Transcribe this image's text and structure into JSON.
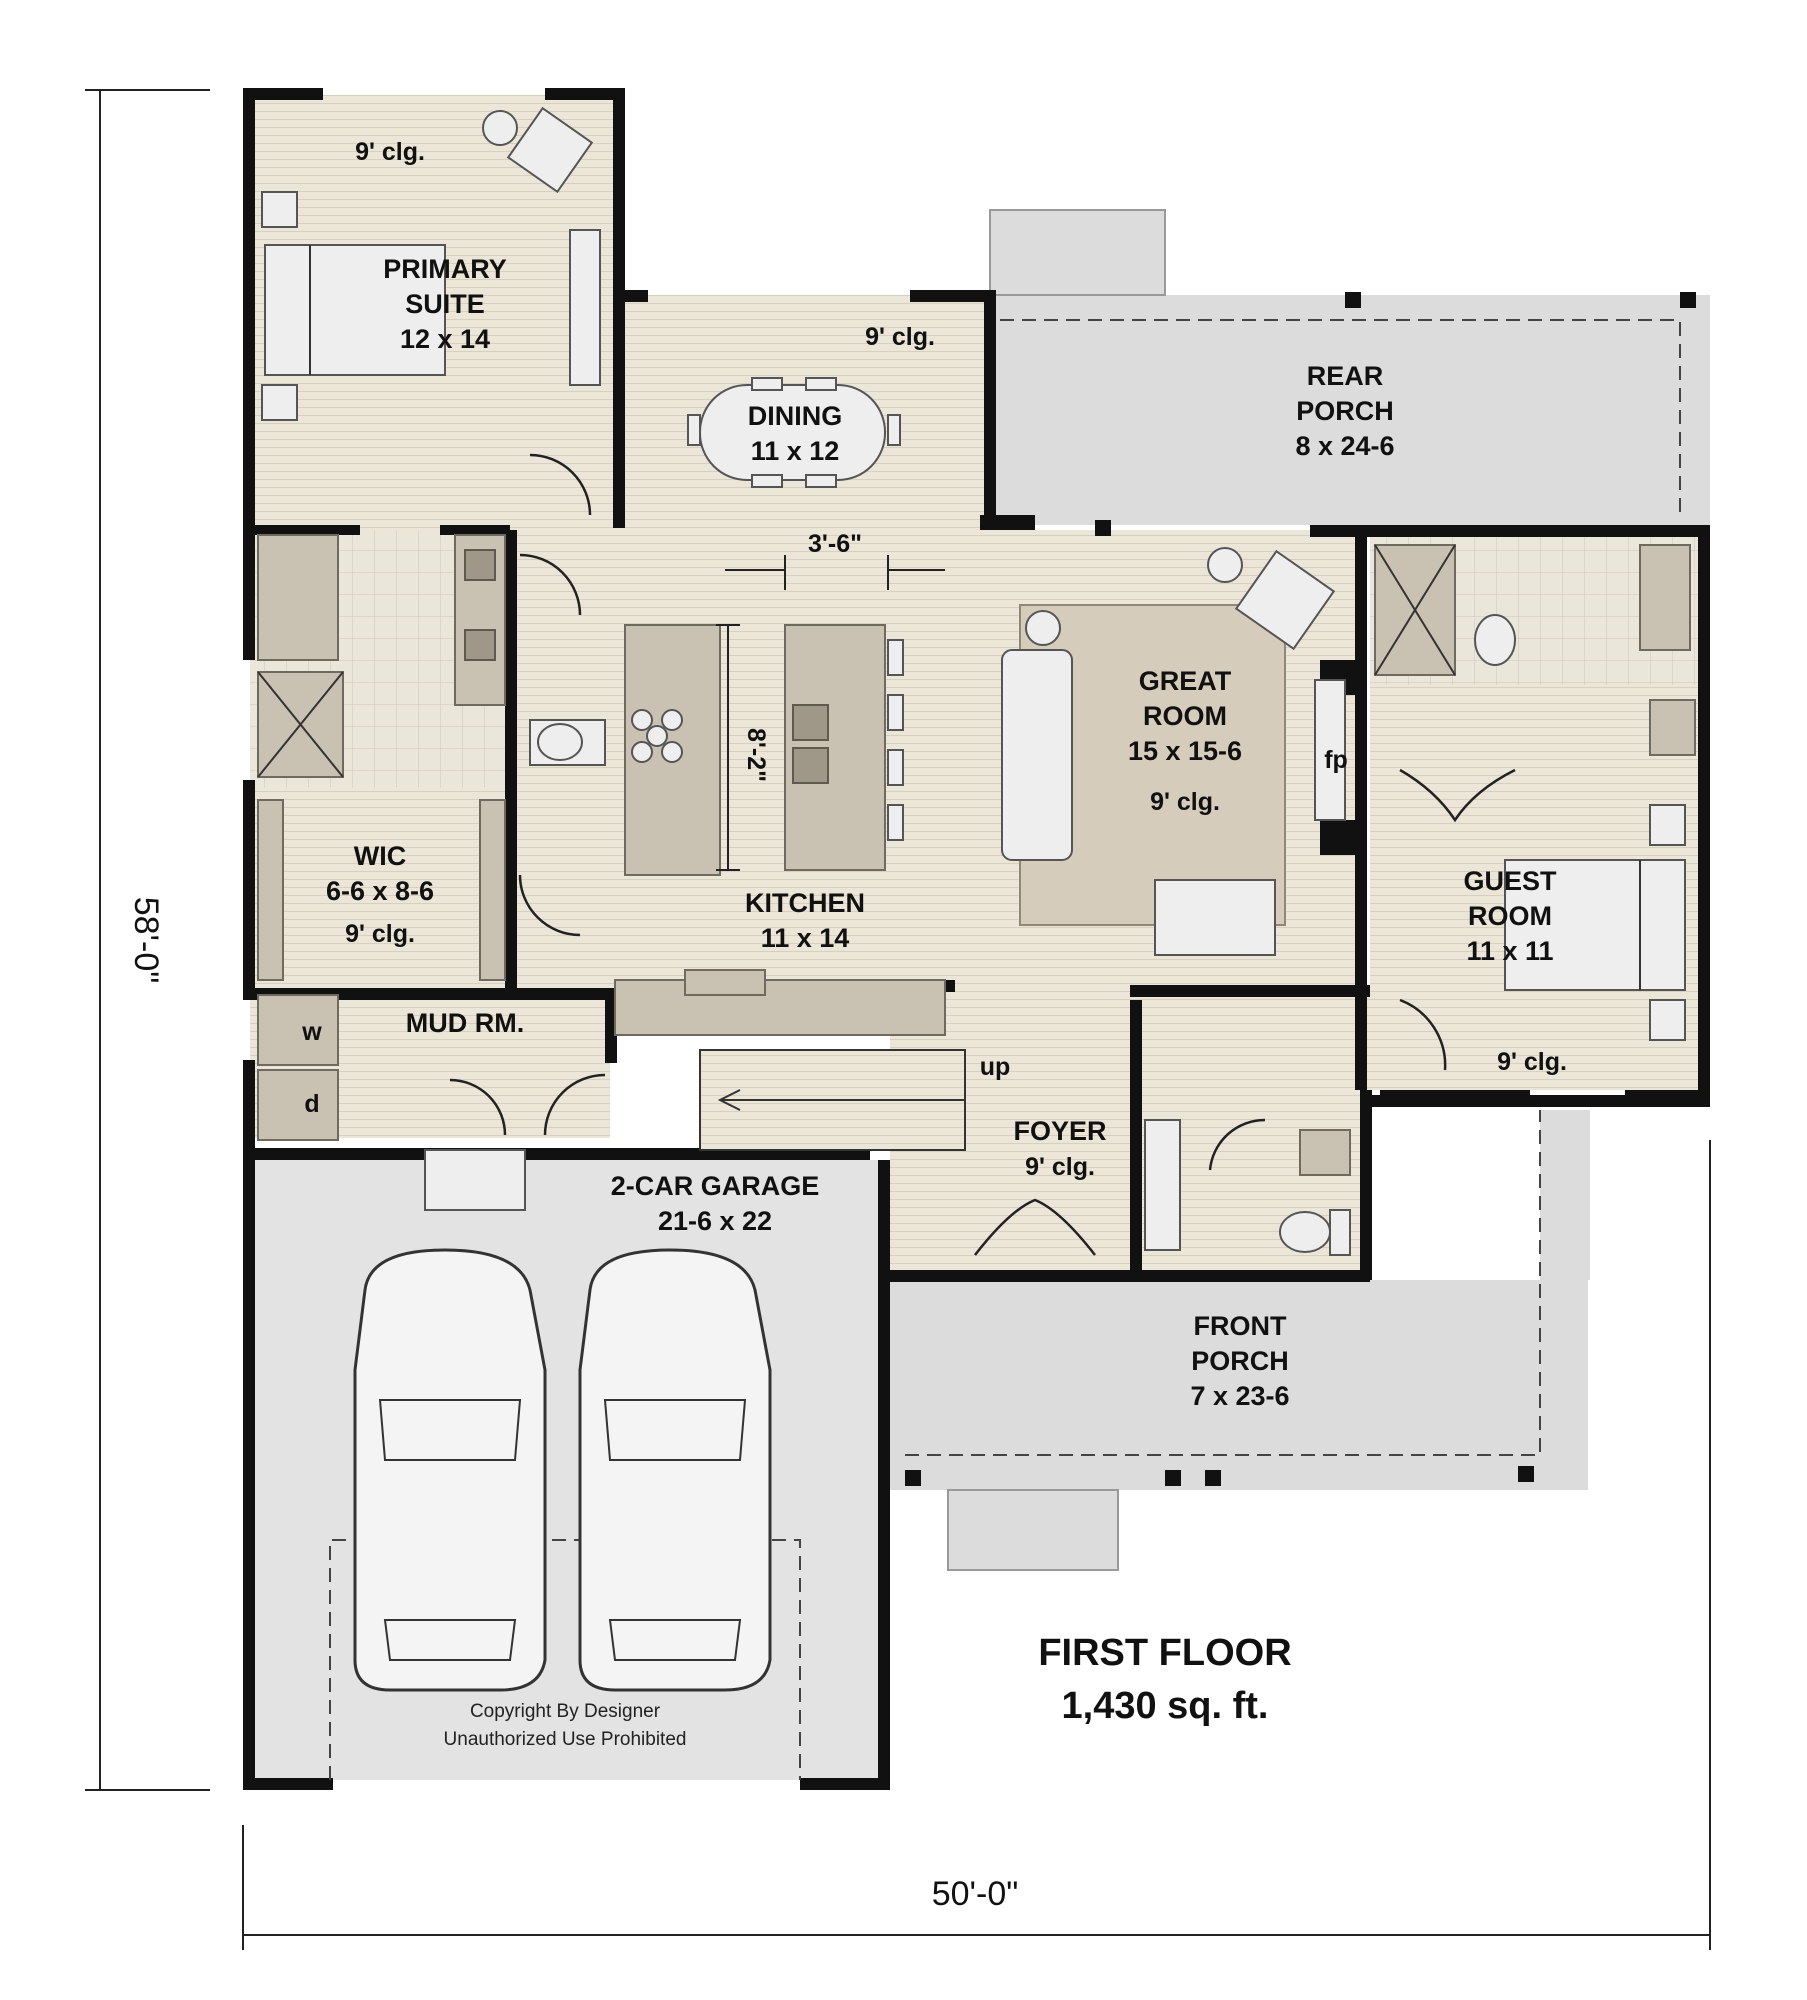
{
  "rooms": {
    "primary_suite": {
      "name": "PRIMARY",
      "name2": "SUITE",
      "size": "12 x 14",
      "ceiling": "9' clg."
    },
    "dining": {
      "name": "DINING",
      "size": "11 x 12",
      "ceiling": "9' clg."
    },
    "rear_porch": {
      "name": "REAR",
      "name2": "PORCH",
      "size": "8 x 24-6"
    },
    "great_room": {
      "name": "GREAT",
      "name2": "ROOM",
      "size": "15 x 15-6",
      "ceiling": "9' clg.",
      "fireplace": "fp"
    },
    "kitchen": {
      "name": "KITCHEN",
      "size": "11 x 14",
      "island_dim": "8'-2\"",
      "aisle_dim": "3'-6\""
    },
    "wic": {
      "name": "WIC",
      "size": "6-6 x 8-6",
      "ceiling": "9' clg."
    },
    "guest_room": {
      "name": "GUEST",
      "name2": "ROOM",
      "size": "11 x 11",
      "ceiling": "9' clg."
    },
    "mud_room": {
      "name": "MUD RM.",
      "washer": "w",
      "dryer": "d"
    },
    "foyer": {
      "name": "FOYER",
      "ceiling": "9' clg.",
      "stairs": "up"
    },
    "garage": {
      "name": "2-CAR GARAGE",
      "size": "21-6 x 22"
    },
    "front_porch": {
      "name": "FRONT",
      "name2": "PORCH",
      "size": "7 x 23-6"
    }
  },
  "floor": {
    "title": "FIRST FLOOR",
    "area": "1,430 sq. ft."
  },
  "copyright": {
    "line1": "Copyright By Designer",
    "line2": "Unauthorized Use Prohibited"
  },
  "dimensions": {
    "width": "50'-0\"",
    "depth": "58'-0\""
  },
  "colors": {
    "floor": "#e9e2d3",
    "porch": "#dcdcdc",
    "wall": "#111111",
    "cabinet": "#c9c1b1"
  }
}
